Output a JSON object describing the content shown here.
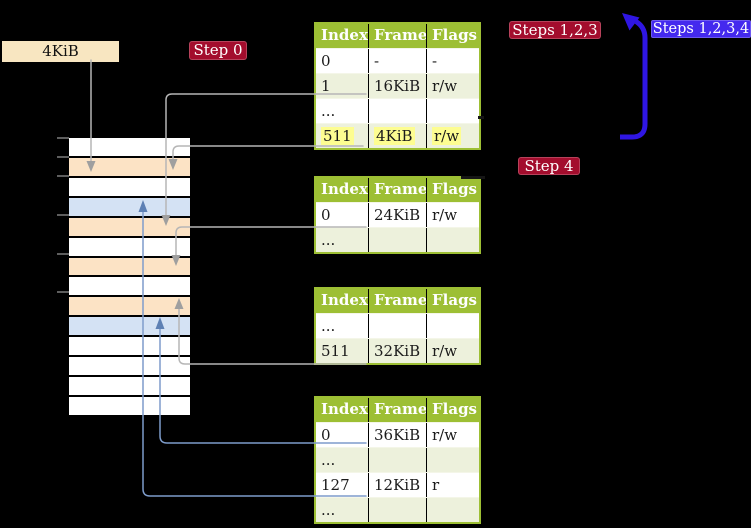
{
  "memory_box_label": "4KiB",
  "step_labels": {
    "step0": "Step 0",
    "steps123": "Steps 1,2,3",
    "steps1234": "Steps 1,2,3,4",
    "step4": "Step 4"
  },
  "table_headers": [
    "Index",
    "Frame",
    "Flags"
  ],
  "tables": [
    {
      "name": "page-table-level-4",
      "rows": [
        {
          "cells": [
            "0",
            "-",
            "-"
          ],
          "highlight": false
        },
        {
          "cells": [
            "1",
            "16KiB",
            "r/w"
          ],
          "highlight": false
        },
        {
          "cells": [
            "...",
            "",
            ""
          ],
          "highlight": false
        },
        {
          "cells": [
            "511",
            "4KiB",
            "r/w"
          ],
          "highlight": true
        }
      ]
    },
    {
      "name": "page-table-level-3",
      "rows": [
        {
          "cells": [
            "0",
            "24KiB",
            "r/w"
          ],
          "highlight": false
        },
        {
          "cells": [
            "...",
            "",
            ""
          ],
          "highlight": false
        }
      ]
    },
    {
      "name": "page-table-level-2",
      "rows": [
        {
          "cells": [
            "...",
            "",
            ""
          ],
          "highlight": false
        },
        {
          "cells": [
            "511",
            "32KiB",
            "r/w"
          ],
          "highlight": false
        }
      ]
    },
    {
      "name": "page-table-level-1",
      "rows": [
        {
          "cells": [
            "0",
            "36KiB",
            "r/w"
          ],
          "highlight": false
        },
        {
          "cells": [
            "...",
            "",
            ""
          ],
          "highlight": false
        },
        {
          "cells": [
            "127",
            "12KiB",
            "r"
          ],
          "highlight": false
        },
        {
          "cells": [
            "...",
            "",
            ""
          ],
          "highlight": false
        }
      ]
    }
  ],
  "memory_column": {
    "rows": [
      "plain",
      "table",
      "plain",
      "mapped",
      "table",
      "plain",
      "table",
      "plain",
      "table",
      "mapped",
      "plain",
      "plain",
      "plain",
      "plain"
    ]
  },
  "colors": {
    "background": "#000000",
    "table_header_green": "#9dbf34",
    "table_row_tint": "#edf1dc",
    "highlight_yellow": "#fdfd91",
    "frame_table_peach": "#fce3c5",
    "frame_mapped_blue": "#d4e2f4",
    "label_crimson": "#a30d2d",
    "label_blue": "#4429ee",
    "big_arrow_blue": "#2f16e3",
    "connector_gray": "#b6b6b6",
    "connector_blue": "#7e9ccb",
    "memory_box_tan": "#f8e6c1"
  }
}
